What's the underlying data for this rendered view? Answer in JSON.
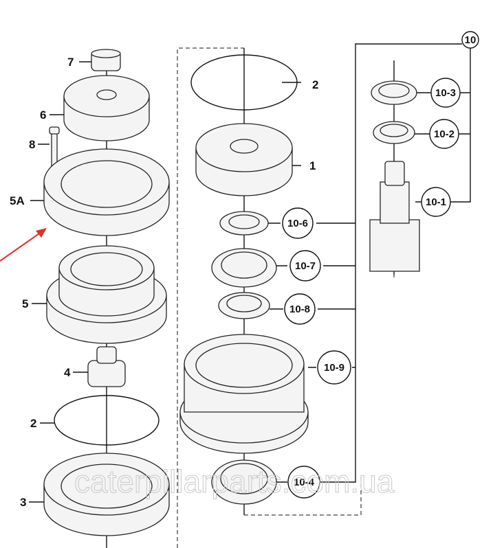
{
  "labels_left": {
    "p7": "7",
    "p6": "6",
    "p8": "8",
    "p5a": "5A",
    "p5": "5",
    "p4": "4",
    "p2": "2",
    "p3": "3"
  },
  "labels_mid": {
    "p2": "2",
    "p1": "1"
  },
  "callouts": {
    "c10": "10",
    "c10_3": "10-3",
    "c10_2": "10-2",
    "c10_1": "10-1",
    "c10_6": "10-6",
    "c10_7": "10-7",
    "c10_8": "10-8",
    "c10_9": "10-9",
    "c10_4": "10-4"
  },
  "watermark": "caterpillarparts.com.ua",
  "colors": {
    "arrow": "#e0302a",
    "line": "#111111"
  }
}
